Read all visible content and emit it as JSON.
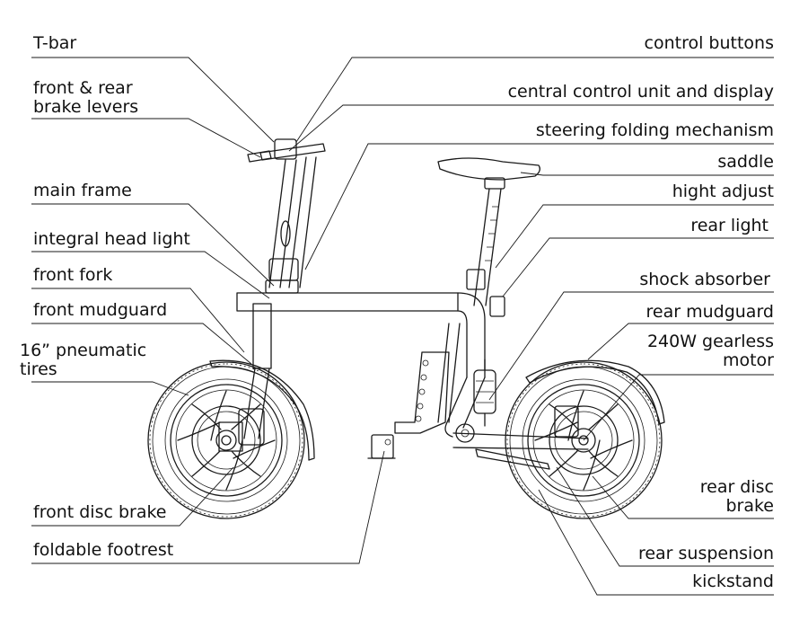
{
  "labels_left": [
    {
      "id": "t-bar",
      "lines": [
        "T-bar"
      ]
    },
    {
      "id": "brake-levers",
      "lines": [
        "front & rear",
        "brake levers"
      ]
    },
    {
      "id": "main-frame",
      "lines": [
        "main frame"
      ]
    },
    {
      "id": "head-light",
      "lines": [
        "integral head light"
      ]
    },
    {
      "id": "front-fork",
      "lines": [
        "front fork"
      ]
    },
    {
      "id": "front-mudguard",
      "lines": [
        "front mudguard"
      ]
    },
    {
      "id": "tires",
      "lines": [
        "16” pneumatic",
        "tires"
      ]
    },
    {
      "id": "front-disc-brake",
      "lines": [
        "front disc brake"
      ]
    },
    {
      "id": "footrest",
      "lines": [
        "foldable footrest"
      ]
    }
  ],
  "labels_right": [
    {
      "id": "control-buttons",
      "lines": [
        "control buttons"
      ]
    },
    {
      "id": "control-unit",
      "lines": [
        "central control unit and display"
      ]
    },
    {
      "id": "steering-folding",
      "lines": [
        "steering folding mechanism"
      ]
    },
    {
      "id": "saddle",
      "lines": [
        "saddle"
      ]
    },
    {
      "id": "hight-adjust",
      "lines": [
        "hight adjust"
      ]
    },
    {
      "id": "rear-light",
      "lines": [
        "rear light"
      ]
    },
    {
      "id": "shock-absorber",
      "lines": [
        "shock absorber"
      ]
    },
    {
      "id": "rear-mudguard",
      "lines": [
        "rear mudguard"
      ]
    },
    {
      "id": "motor",
      "lines": [
        "240W gearless",
        "motor"
      ]
    },
    {
      "id": "rear-disc-brake",
      "lines": [
        "rear disc",
        "brake"
      ]
    },
    {
      "id": "rear-suspension",
      "lines": [
        "rear suspension"
      ]
    },
    {
      "id": "kickstand",
      "lines": [
        "kickstand"
      ]
    }
  ]
}
